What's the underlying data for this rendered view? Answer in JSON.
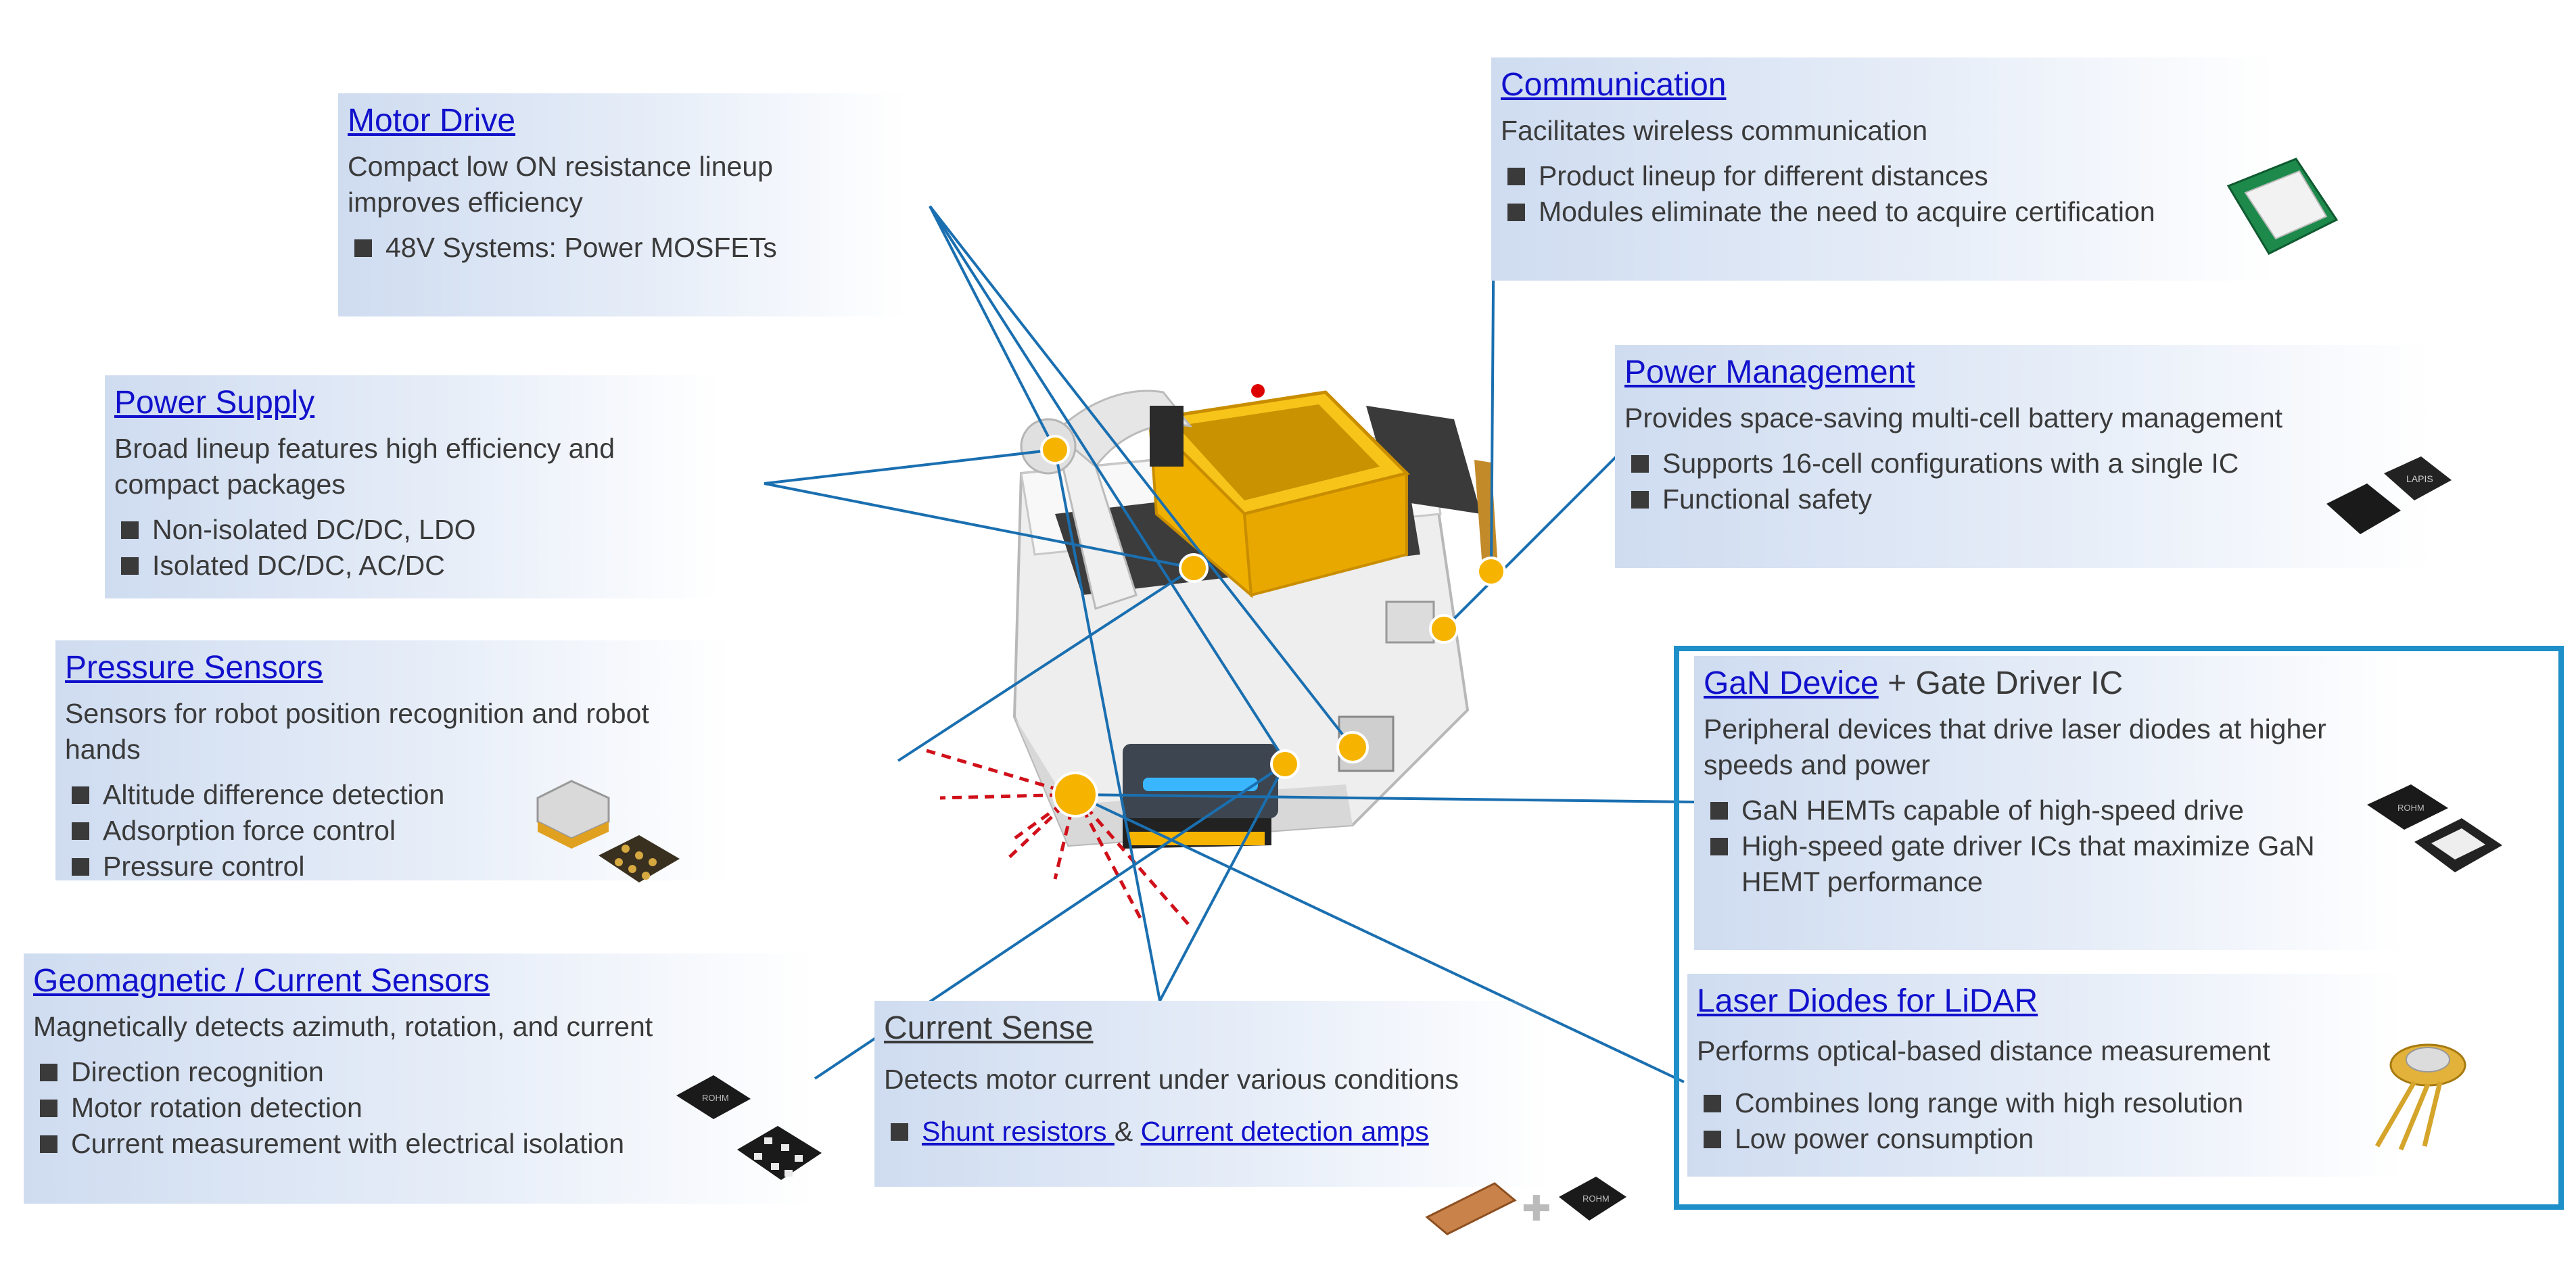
{
  "cards": {
    "motor": {
      "title": "Motor Drive",
      "desc": "Compact low ON resistance lineup improves efficiency",
      "items": [
        "48V Systems: Power MOSFETs"
      ]
    },
    "communication": {
      "title": "Communication",
      "desc": "Facilitates wireless communication",
      "items": [
        "Product lineup for different distances",
        "Modules eliminate the need to acquire certification"
      ]
    },
    "power_supply": {
      "title": "Power Supply",
      "desc": "Broad lineup features high efficiency and compact packages",
      "items": [
        "Non-isolated DC/DC, LDO",
        "Isolated DC/DC, AC/DC"
      ]
    },
    "power_mgmt": {
      "title": "Power Management",
      "desc": "Provides space-saving multi-cell battery management",
      "items": [
        "Supports 16-cell configurations with a single IC",
        "Functional safety"
      ]
    },
    "pressure": {
      "title": "Pressure Sensors",
      "desc": "Sensors for robot position recognition and robot hands",
      "items": [
        "Altitude difference detection",
        "Adsorption force control",
        "Pressure control"
      ]
    },
    "gan": {
      "title_link": "GaN Device",
      "title_rest": " + Gate Driver IC",
      "desc": "Peripheral devices that drive laser diodes at higher speeds and power",
      "items": [
        "GaN HEMTs capable of high-speed drive",
        "High-speed gate driver ICs that maximize GaN HEMT performance"
      ]
    },
    "geomagnetic": {
      "title": "Geomagnetic / Current Sensors",
      "desc": "Magnetically detects azimuth, rotation, and current",
      "items": [
        "Direction recognition",
        "Motor rotation detection",
        "Current measurement with electrical isolation"
      ]
    },
    "current_sense": {
      "title": "Current Sense",
      "desc": "Detects motor current under various conditions",
      "link1": "Shunt resistors ",
      "amp": "& ",
      "link2": "Current detection amps"
    },
    "laser": {
      "title": "Laser Diodes for LiDAR",
      "desc": "Performs optical-based distance measurement",
      "items": [
        "Combines long range with high resolution",
        "Low power consumption"
      ]
    }
  },
  "chip_labels": {
    "rohm": "ROHM",
    "lapis": "LAPIS"
  },
  "colors": {
    "link": "#1111cc",
    "leader_line": "#1a6fb0",
    "marker": "#f6b400",
    "highlight_border": "#1e8fc9",
    "laser_ray": "#d0101a"
  }
}
